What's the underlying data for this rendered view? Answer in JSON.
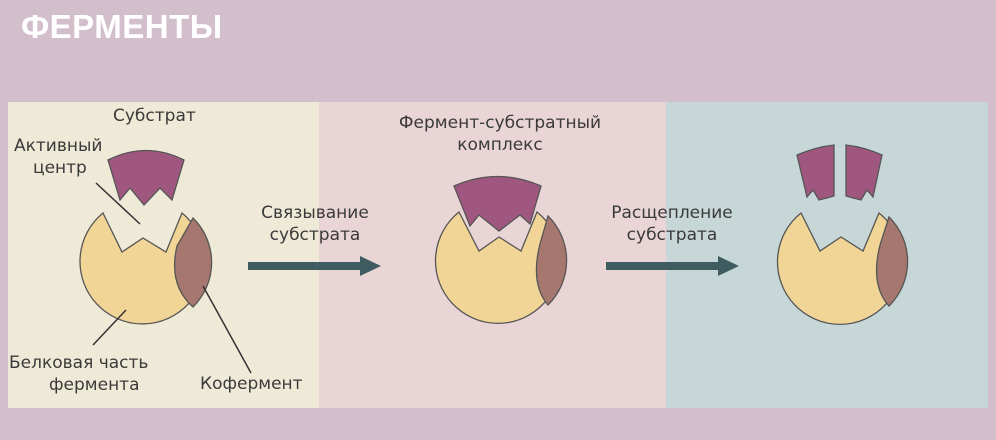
{
  "title": "ФЕРМЕНТЫ",
  "labels": {
    "substrate": "Субстрат",
    "active_center_1": "Активный",
    "active_center_2": "центр",
    "protein_part_1": "Белковая часть",
    "protein_part_2": "фермента",
    "coenzyme": "Кофермент",
    "complex_1": "Фермент-субстратный",
    "complex_2": "комплекс",
    "binding_1": "Связывание",
    "binding_2": "субстрата",
    "cleavage_1": "Расщепление",
    "cleavage_2": "субстрата"
  },
  "colors": {
    "background": "#d3bfcb",
    "panel_1": "#efead8",
    "panel_2": "#e9d5d5",
    "panel_3": "#c7d6d7",
    "enzyme": "#f1d597",
    "coenzyme": "#a6776e",
    "substrate": "#a0577f",
    "arrow": "#3f5c61",
    "title": "#ffffff"
  }
}
